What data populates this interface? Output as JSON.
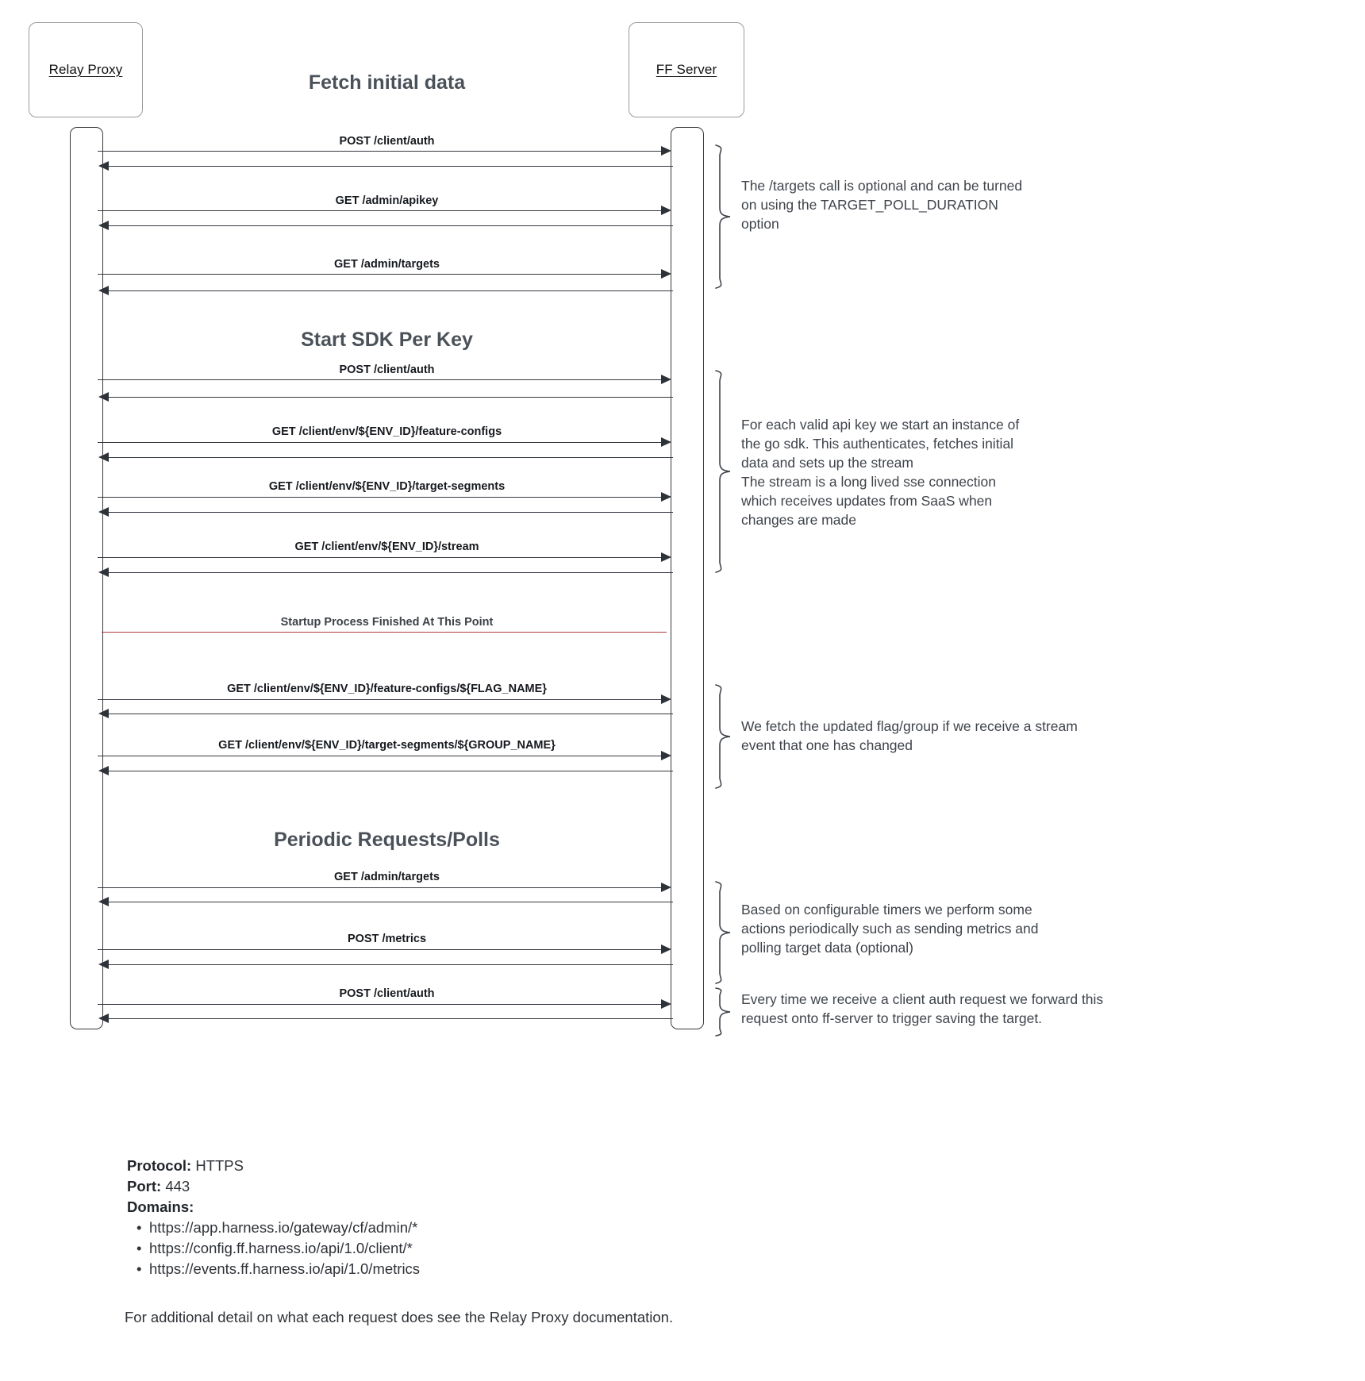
{
  "diagram": {
    "participants": [
      {
        "name": "Relay Proxy"
      },
      {
        "name": "FF Server"
      }
    ],
    "sections": [
      {
        "title": "Fetch initial data"
      },
      {
        "title": "Start SDK Per Key"
      },
      {
        "title": "Periodic Requests/Polls"
      }
    ],
    "messages": [
      {
        "label": "POST /client/auth"
      },
      {
        "label": "GET /admin/apikey"
      },
      {
        "label": "GET /admin/targets"
      },
      {
        "label": "POST /client/auth"
      },
      {
        "label": "GET /client/env/${ENV_ID}/feature-configs"
      },
      {
        "label": "GET /client/env/${ENV_ID}/target-segments"
      },
      {
        "label": "GET /client/env/${ENV_ID}/stream"
      },
      {
        "label": "GET /client/env/${ENV_ID}/feature-configs/${FLAG_NAME}"
      },
      {
        "label": "GET /client/env/${ENV_ID}/target-segments/${GROUP_NAME}"
      },
      {
        "label": "GET /admin/targets"
      },
      {
        "label": "POST /metrics"
      },
      {
        "label": "POST /client/auth"
      }
    ],
    "divider": {
      "label": "Startup Process Finished At This Point",
      "color": "#b03a3a"
    },
    "notes": [
      {
        "text": "The /targets call is optional and can be turned\non using the TARGET_POLL_DURATION\noption"
      },
      {
        "text": "For each valid api key we start an instance of\nthe go sdk. This authenticates, fetches initial\ndata and sets up the stream\nThe stream is a long lived sse connection\nwhich receives updates from SaaS when\nchanges are made"
      },
      {
        "text": "We fetch the updated flag/group if we receive a stream\nevent that one has changed"
      },
      {
        "text": "Based on configurable timers we perform some\nactions periodically such as sending metrics and\npolling target data (optional)"
      },
      {
        "text": "Every time we receive a client auth request we forward this\nrequest onto ff-server to trigger saving the target."
      }
    ]
  },
  "footer": {
    "protocol_key": "Protocol:",
    "protocol_value": "HTTPS",
    "port_key": "Port:",
    "port_value": "443",
    "domains_key": "Domains:",
    "domains": [
      "https://app.harness.io/gateway/cf/admin/*",
      "https://config.ff.harness.io/api/1.0/client/*",
      "https://events.ff.harness.io/api/1.0/metrics"
    ],
    "note": "For additional detail on what each request does see the Relay Proxy documentation."
  }
}
